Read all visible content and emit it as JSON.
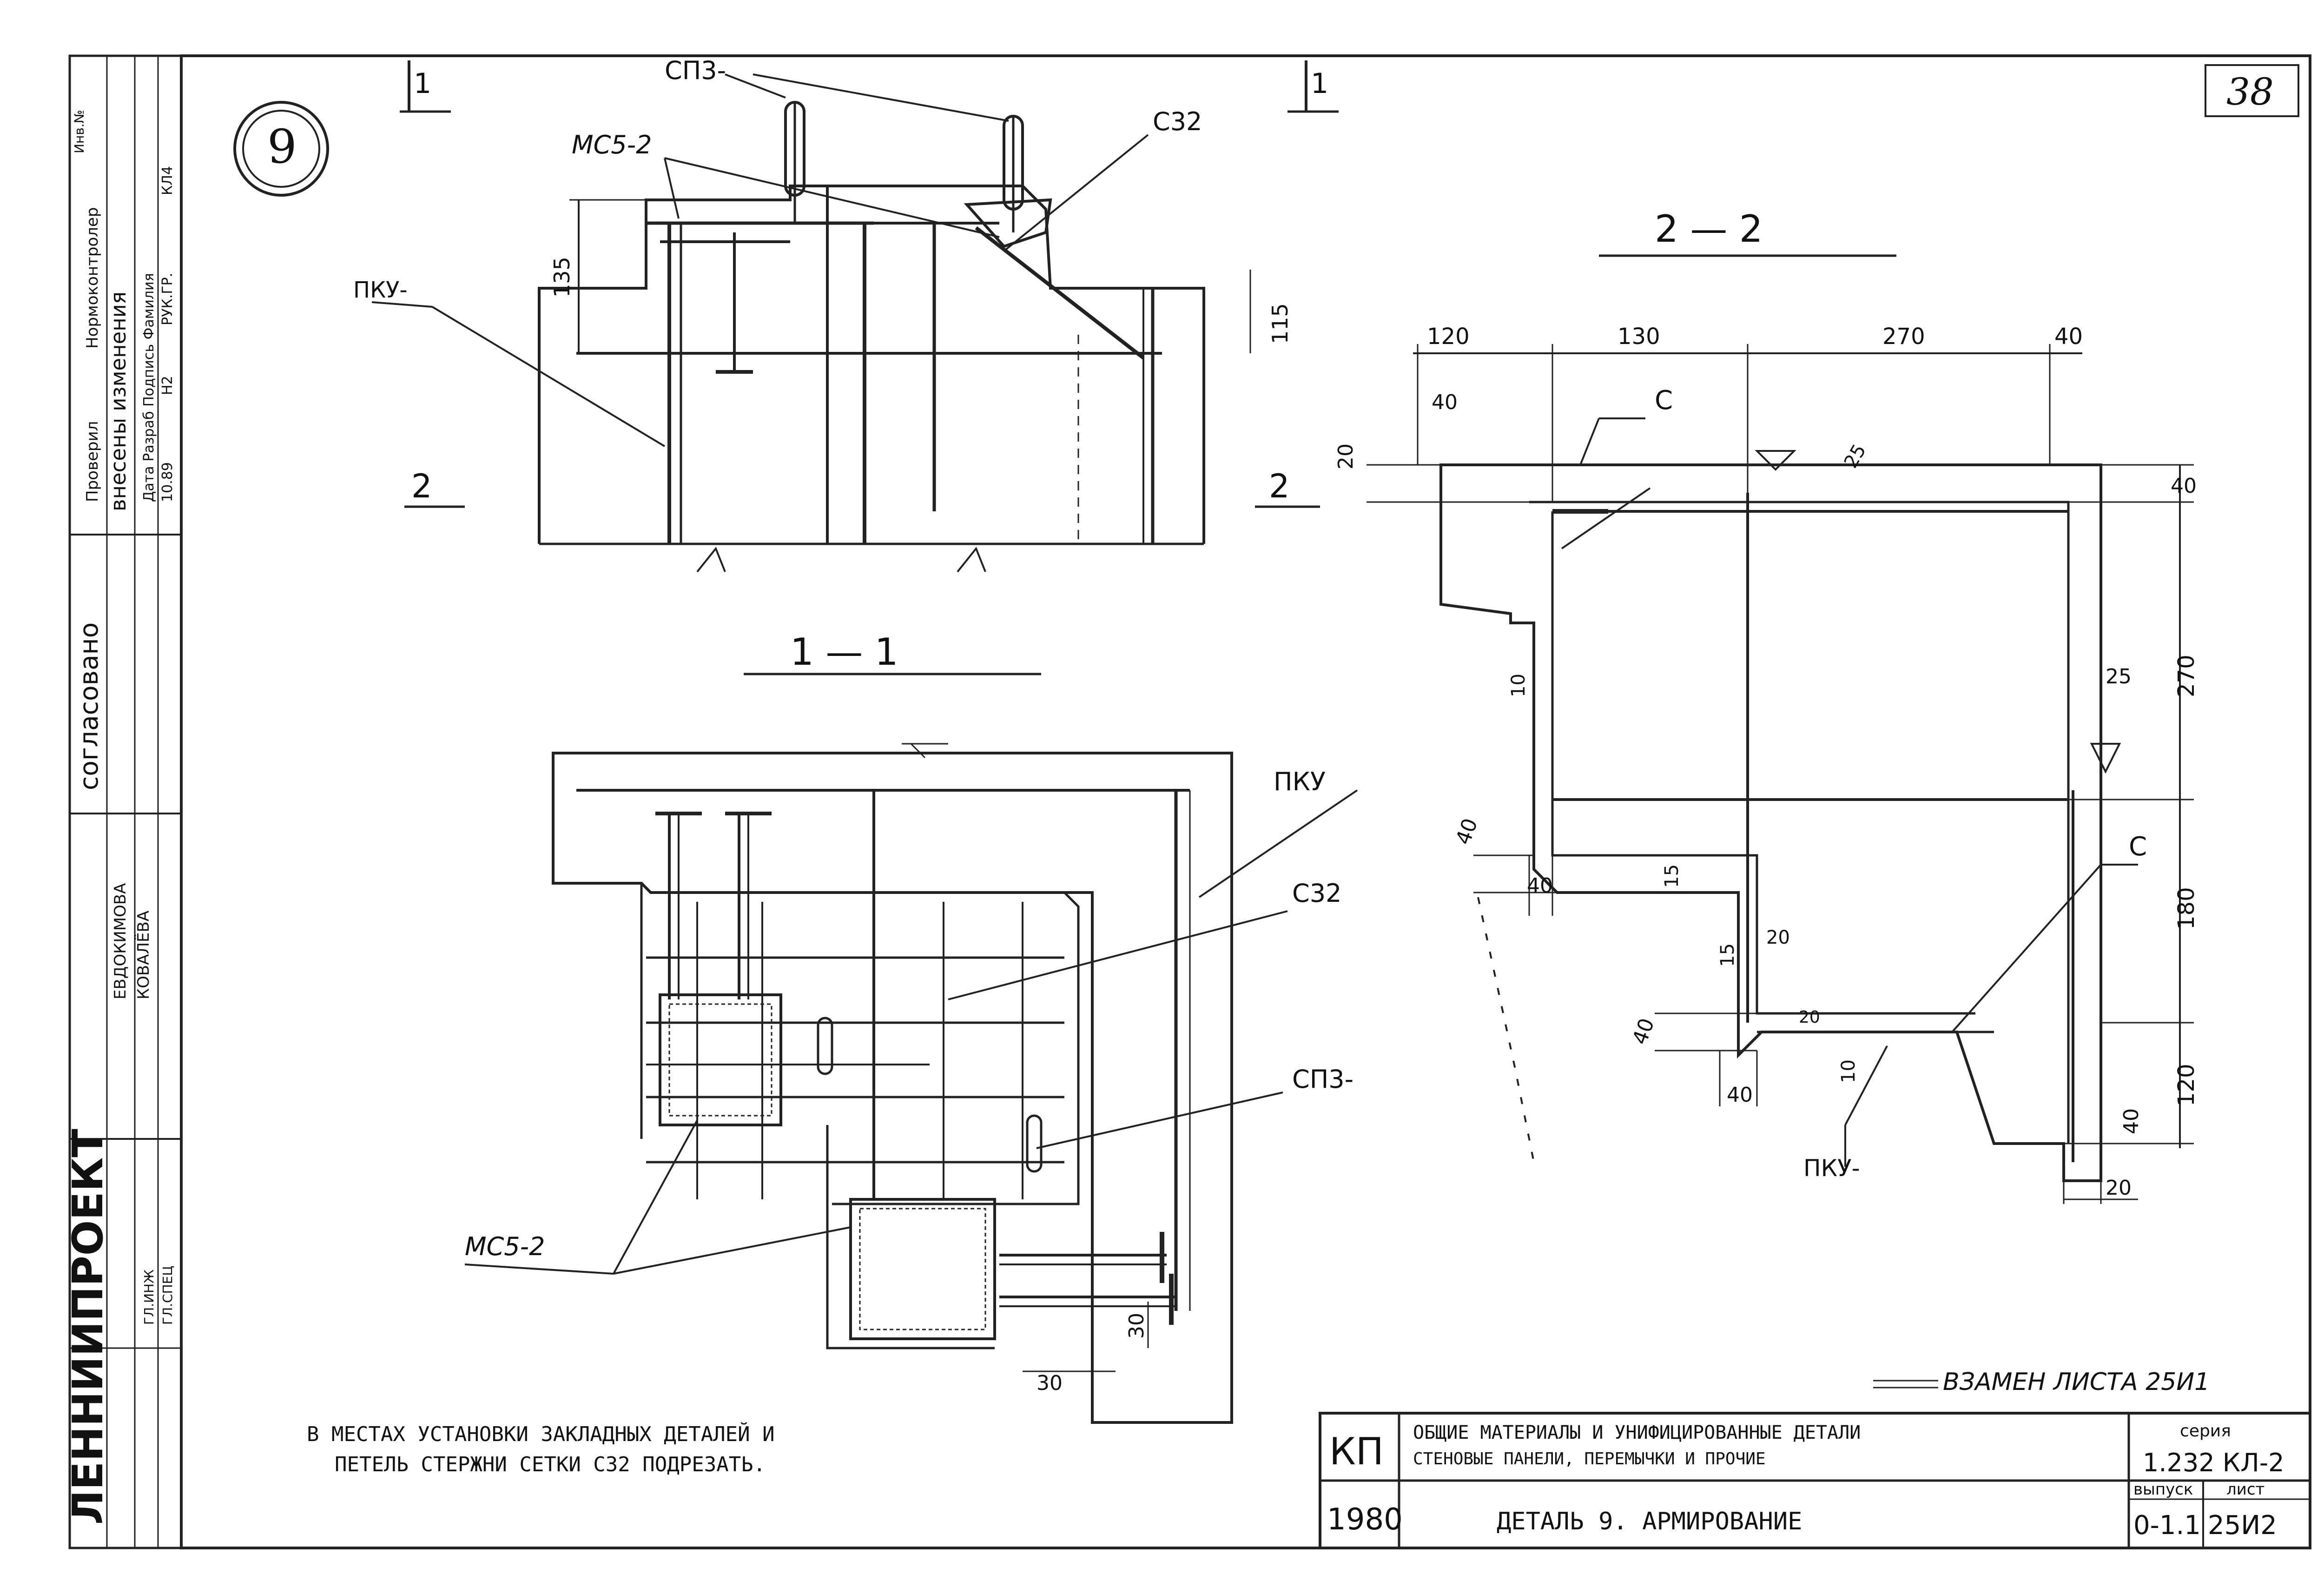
{
  "sheet_number": "38",
  "detail_number": "9",
  "sections": {
    "s11_left": "1",
    "s11_right": "1",
    "s22_left": "2",
    "s22_right": "2",
    "title_11": "1 — 1",
    "title_22": "2 — 2"
  },
  "labels": {
    "sp3_top": "СП3-",
    "mc52_top": "МС5-2",
    "c32_top": "С32",
    "pku_top": "ПКУ-",
    "pku_bottom": "ПКУ",
    "c32_bottom": "С32",
    "sp3_bottom": "СП3-",
    "mc52_bottom": "МС5-2",
    "c_top": "С",
    "c_bottom": "С",
    "pku_right": "ПКУ-"
  },
  "dimensions": {
    "d135": "135",
    "d115": "115",
    "d120": "120",
    "d130": "130",
    "d270": "270",
    "d40a": "40",
    "d40b": "40",
    "d20a": "20",
    "d25a": "25",
    "d40c": "40",
    "d270v": "270",
    "d25b": "25",
    "d10a": "10",
    "d40d": "40",
    "d40e": "40",
    "d15a": "15",
    "d15b": "15",
    "d20b": "20",
    "d180": "180",
    "d40f": "40",
    "d20c": "20",
    "d10b": "10",
    "d40g": "40",
    "d120v": "120",
    "d40h": "40",
    "d20d": "20",
    "d30": "30",
    "d30v": "30"
  },
  "note": {
    "line1": "В МЕСТАХ УСТАНОВКИ ЗАКЛАДНЫХ ДЕТАЛЕЙ И",
    "line2": "ПЕТЕЛЬ СТЕРЖНИ СЕТКИ С32 ПОДРЕЗАТЬ."
  },
  "replace_note": "ВЗАМЕН ЛИСТА 25И1",
  "title_block": {
    "kp": "КП",
    "year": "1980",
    "title_line1": "ОБЩИЕ МАТЕРИАЛЫ И УНИФИЦИРОВАННЫЕ ДЕТАЛИ",
    "title_line2": "СТЕНОВЫЕ ПАНЕЛИ, ПЕРЕМЫЧКИ И ПРОЧИЕ",
    "sheet_title": "ДЕТАЛЬ 9. АРМИРОВАНИЕ",
    "seria_label": "серия",
    "seria_value": "1.232 КЛ-2",
    "vypusk_label": "выпуск",
    "vypusk_value": "0-1.1",
    "list_label": "лист",
    "list_value": "25И2"
  },
  "side_stamp": {
    "org": "ЛЕННИИПРОЕКТ",
    "agreed": "согласовано",
    "changes": "внесены изменения",
    "names": [
      "ЕВДОКИМОВА",
      "КОВАЛЁВА"
    ],
    "roles": [
      "Проверил",
      "Нормоконтролер"
    ],
    "date_row": "Дата Разраб Подпись Фамилия",
    "misc": [
      "10.89",
      "Н2",
      "РУК.ГР.",
      "КЛ4",
      "Инв.№",
      "ГЛ.ИНЖ",
      "ГЛ.СПЕЦ"
    ]
  }
}
